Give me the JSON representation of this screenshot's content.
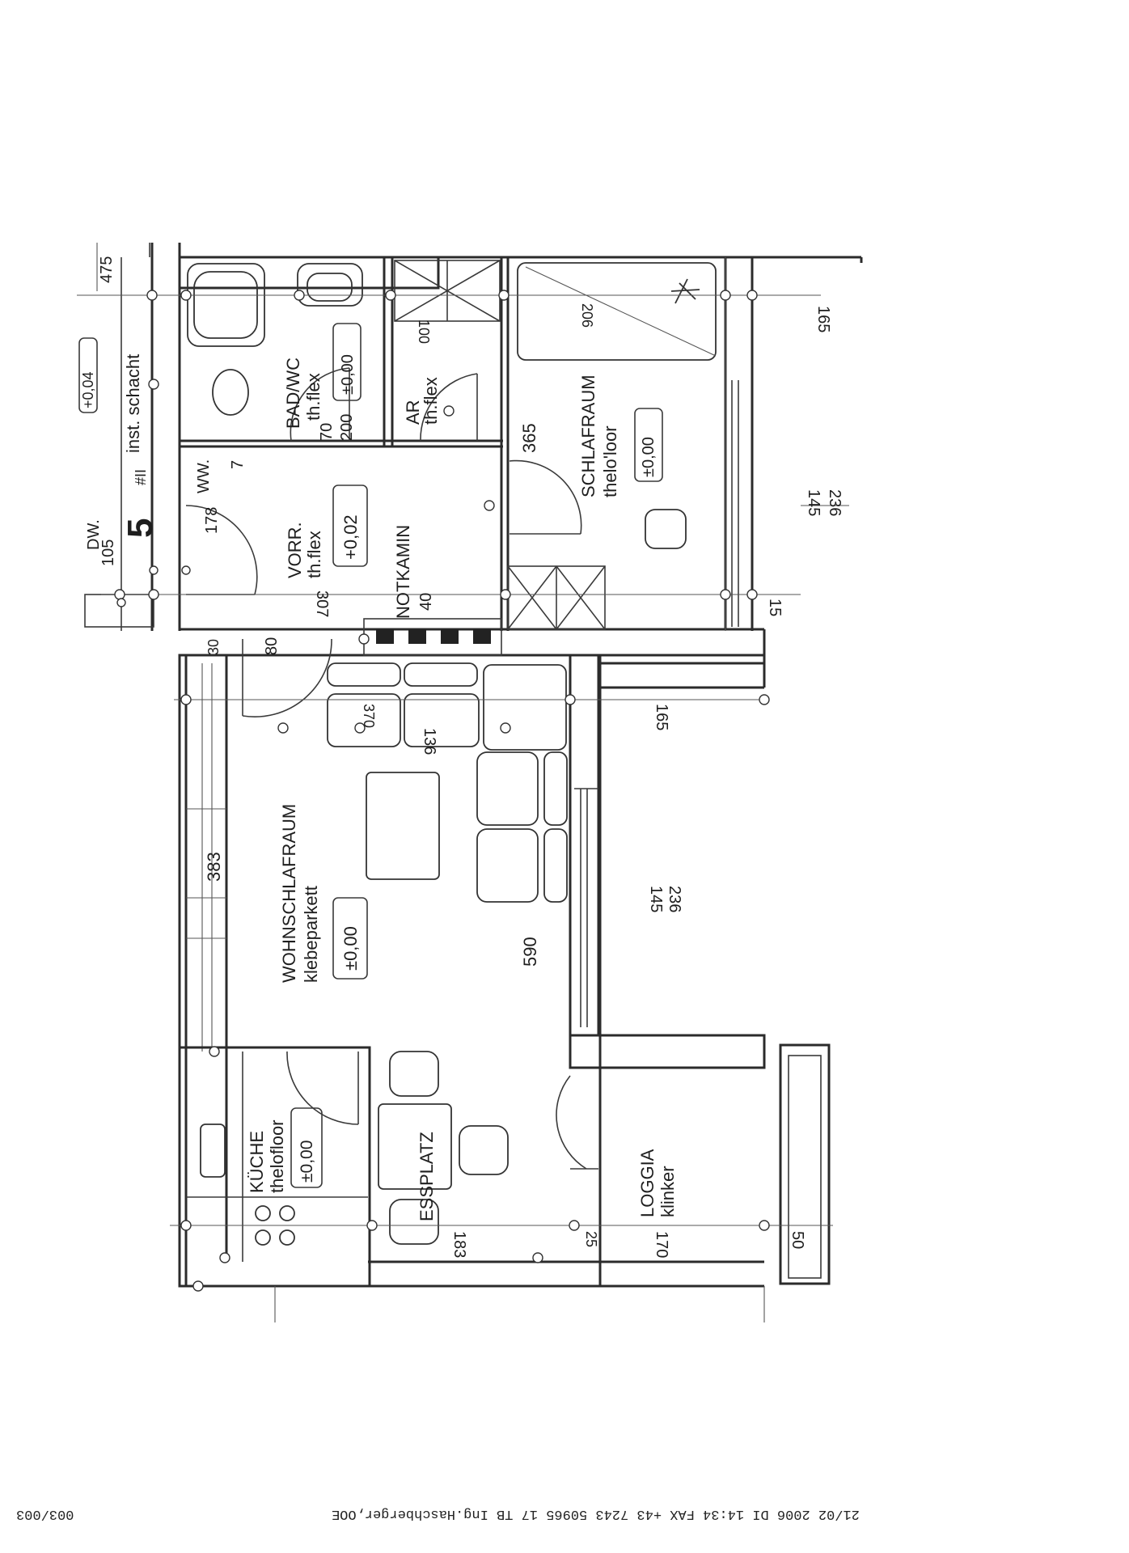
{
  "rooms": {
    "schlafraum": {
      "name": "SCHLAFRAUM",
      "floor": "thelo'loor",
      "level": "±0,00"
    },
    "bad_wc": {
      "name": "BAD/WC",
      "floor": "th.flex",
      "level": "±0,00"
    },
    "ar": {
      "name": "AR",
      "floor": "th.flex"
    },
    "vorr": {
      "name": "VORR.",
      "floor": "th.flex",
      "level": "+0,02"
    },
    "notkamin": {
      "name": "NOTKAMIN"
    },
    "wohnschlafraum": {
      "name": "WOHNSCHLAFRAUM",
      "floor": "klebeparkett",
      "level": "±0,00"
    },
    "kueche": {
      "name": "KÜCHE",
      "floor": "thelofloor",
      "level": "±0,00"
    },
    "essplatz": {
      "name": "ESSPLATZ"
    },
    "loggia": {
      "name": "LOGGIA",
      "floor": "klinker"
    }
  },
  "labels": {
    "inst_schacht": "inst. schacht",
    "dw": "DW.",
    "ww": "WW.",
    "level_tag": "+0,04",
    "unit_number": "5",
    "roman": "#II"
  },
  "dimensions": {
    "d475": "475",
    "d165_top": "165",
    "d145_top": "145",
    "d236_top": "236",
    "d15": "15",
    "d165_mid": "165",
    "d145_mid": "145",
    "d236_mid": "236",
    "d590": "590",
    "d383": "383",
    "d365": "365",
    "d307": "307",
    "d206": "206",
    "d178": "178",
    "d105": "105",
    "d136": "136",
    "d370": "370",
    "d183": "183",
    "d170": "170",
    "d50": "50",
    "d25": "25",
    "d30": "30",
    "d200": "200",
    "d70": "70",
    "d80": "80",
    "d100": "100",
    "d40": "40",
    "d7": "7"
  },
  "footer": {
    "fax_line": "21/02 2006 DI 14:34  FAX +43 7243 50965 17 TB Ing.Haschberger,OOE",
    "page": "003/003"
  }
}
